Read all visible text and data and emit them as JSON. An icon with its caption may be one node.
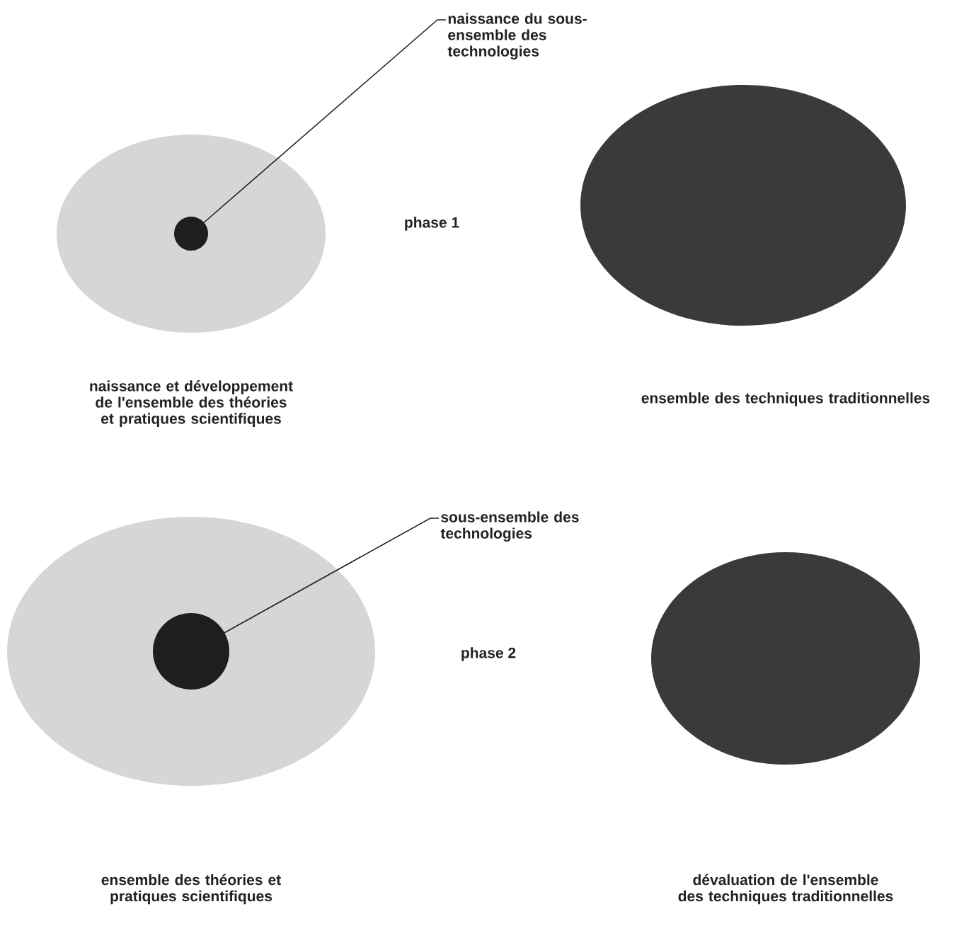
{
  "diagram": {
    "nodes": [
      {
        "text": [],
        "shape": "ellipse"
      },
      {
        "text": [],
        "shape": "circle",
        "in": 0
      },
      {
        "text": [
          "naissance du sous-ensemble des technologies"
        ]
      },
      {
        "text": [],
        "shape": "ellipse"
      },
      {
        "text": [],
        "shape": "ellipse"
      },
      {
        "text": [],
        "shape": "circle",
        "in": 4
      },
      {
        "text": [
          "sous-ensemble des technologies"
        ]
      },
      {
        "text": [],
        "shape": "ellipse"
      }
    ],
    "edges": [
      {
        "from": 2,
        "to": 1,
        "arrow": "none"
      },
      {
        "from": 6,
        "to": 5,
        "arrow": "none"
      }
    ],
    "labels": [
      "phase 1",
      "naissance et développement de l'ensemble des théories et pratiques scientifiques",
      "ensemble des techniques traditionnelles",
      "phase 2",
      "ensemble des théories et pratiques scientifiques",
      "dévaluation de l'ensemble des techniques traditionnelles"
    ]
  }
}
